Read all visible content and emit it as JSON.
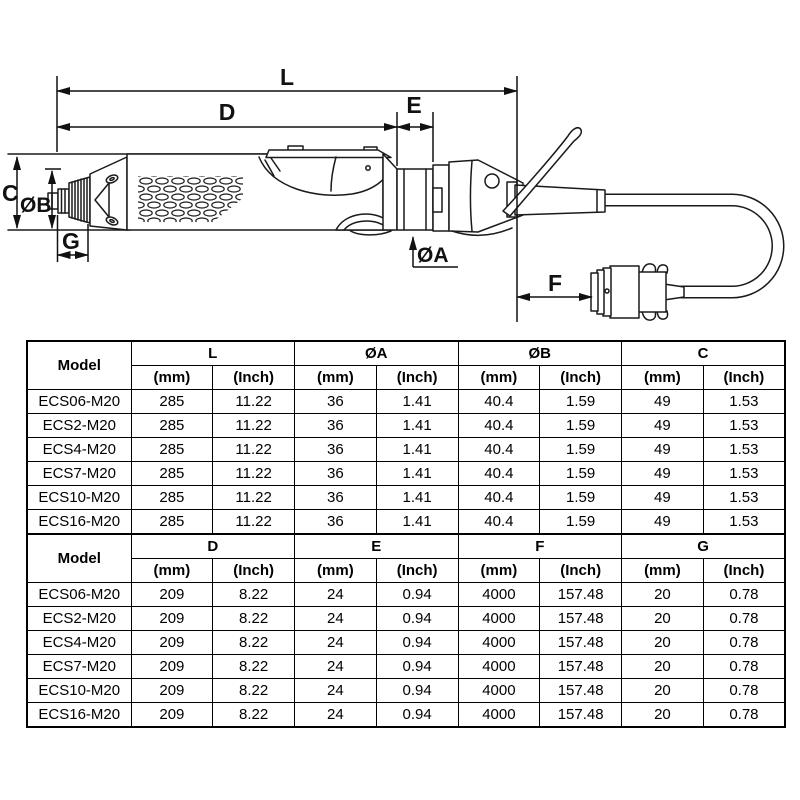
{
  "diagram": {
    "labels": {
      "l": "L",
      "d": "D",
      "e": "E",
      "c": "C",
      "phi_b": "ØB",
      "g": "G",
      "phi_a": "ØA",
      "f": "F"
    }
  },
  "tables": [
    {
      "model_header": "Model",
      "groups": [
        "L",
        "ØA",
        "ØB",
        "C"
      ],
      "unit_mm": "(mm)",
      "unit_inch": "(Inch)",
      "rows": [
        {
          "model": "ECS06-M20",
          "values": [
            "285",
            "11.22",
            "36",
            "1.41",
            "40.4",
            "1.59",
            "49",
            "1.53"
          ]
        },
        {
          "model": "ECS2-M20",
          "values": [
            "285",
            "11.22",
            "36",
            "1.41",
            "40.4",
            "1.59",
            "49",
            "1.53"
          ]
        },
        {
          "model": "ECS4-M20",
          "values": [
            "285",
            "11.22",
            "36",
            "1.41",
            "40.4",
            "1.59",
            "49",
            "1.53"
          ]
        },
        {
          "model": "ECS7-M20",
          "values": [
            "285",
            "11.22",
            "36",
            "1.41",
            "40.4",
            "1.59",
            "49",
            "1.53"
          ]
        },
        {
          "model": "ECS10-M20",
          "values": [
            "285",
            "11.22",
            "36",
            "1.41",
            "40.4",
            "1.59",
            "49",
            "1.53"
          ]
        },
        {
          "model": "ECS16-M20",
          "values": [
            "285",
            "11.22",
            "36",
            "1.41",
            "40.4",
            "1.59",
            "49",
            "1.53"
          ]
        }
      ]
    },
    {
      "model_header": "Model",
      "groups": [
        "D",
        "E",
        "F",
        "G"
      ],
      "unit_mm": "(mm)",
      "unit_inch": "(Inch)",
      "rows": [
        {
          "model": "ECS06-M20",
          "values": [
            "209",
            "8.22",
            "24",
            "0.94",
            "4000",
            "157.48",
            "20",
            "0.78"
          ]
        },
        {
          "model": "ECS2-M20",
          "values": [
            "209",
            "8.22",
            "24",
            "0.94",
            "4000",
            "157.48",
            "20",
            "0.78"
          ]
        },
        {
          "model": "ECS4-M20",
          "values": [
            "209",
            "8.22",
            "24",
            "0.94",
            "4000",
            "157.48",
            "20",
            "0.78"
          ]
        },
        {
          "model": "ECS7-M20",
          "values": [
            "209",
            "8.22",
            "24",
            "0.94",
            "4000",
            "157.48",
            "20",
            "0.78"
          ]
        },
        {
          "model": "ECS10-M20",
          "values": [
            "209",
            "8.22",
            "24",
            "0.94",
            "4000",
            "157.48",
            "20",
            "0.78"
          ]
        },
        {
          "model": "ECS16-M20",
          "values": [
            "209",
            "8.22",
            "24",
            "0.94",
            "4000",
            "157.48",
            "20",
            "0.78"
          ]
        }
      ]
    }
  ]
}
